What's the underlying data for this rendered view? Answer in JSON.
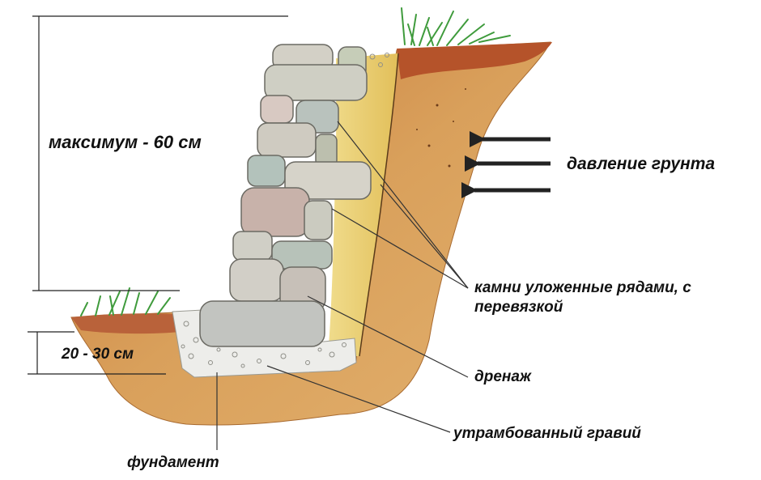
{
  "labels": {
    "max_height": "максимум - 60 см",
    "depth": "20 - 30 см",
    "soil_pressure": "давление грунта",
    "stones_line1": "камни уложенные рядами, с",
    "stones_line2": "перевязкой",
    "drainage": "дренаж",
    "compacted_gravel": "утрамбованный гравий",
    "foundation": "фундамент"
  },
  "colors": {
    "soil": "#d79a55",
    "soil_dark": "#b8722e",
    "topsoil": "#b5532a",
    "drainage_sand": "#ead27a",
    "gravel": "#ededea",
    "stone": "#c9c7be",
    "grass": "#3f9b3c",
    "ink": "#111111"
  },
  "icons": [
    "arrow-left-icon",
    "grass-tuft-icon"
  ]
}
